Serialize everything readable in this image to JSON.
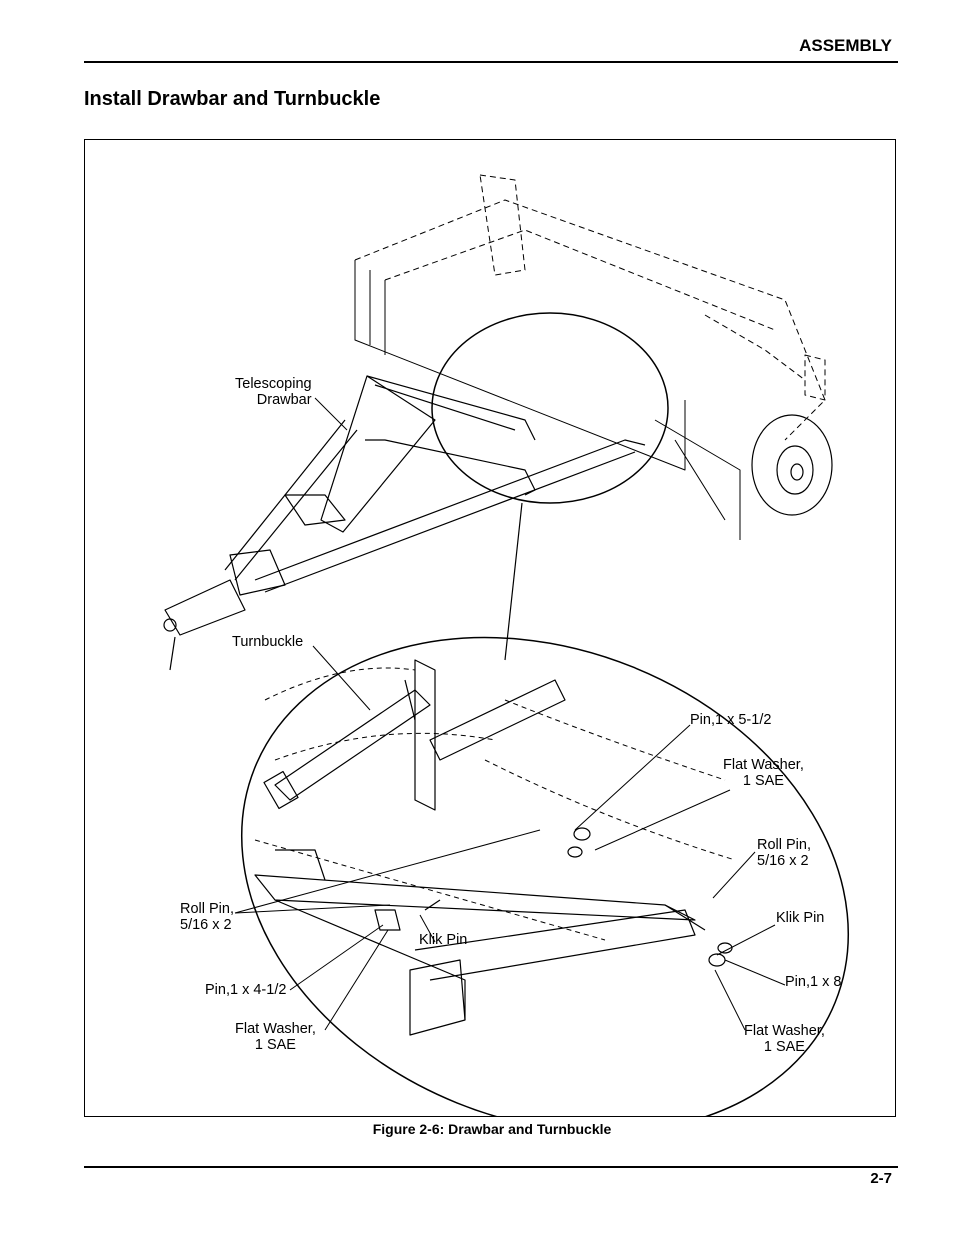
{
  "header": {
    "section": "ASSEMBLY"
  },
  "title": "Install Drawbar and Turnbuckle",
  "figure": {
    "callouts": [
      {
        "id": "telescoping-drawbar",
        "text": "Telescoping\n  Drawbar"
      },
      {
        "id": "turnbuckle",
        "text": "Turnbuckle"
      },
      {
        "id": "pin-1x5-1-2",
        "text": "Pin,1 x 5-1/2"
      },
      {
        "id": "flat-washer-top-right",
        "text": "Flat Washer,\n1 SAE"
      },
      {
        "id": "roll-pin-right",
        "text": "Roll Pin,\n5/16 x 2"
      },
      {
        "id": "klik-pin-right",
        "text": "Klik Pin"
      },
      {
        "id": "pin-1x8",
        "text": "Pin,1 x 8"
      },
      {
        "id": "flat-washer-bottom-right",
        "text": "Flat Washer,\n1 SAE"
      },
      {
        "id": "roll-pin-left",
        "text": "Roll Pin,\n5/16 x 2"
      },
      {
        "id": "klik-pin-left",
        "text": "Klik Pin"
      },
      {
        "id": "pin-1x4-1-2",
        "text": "Pin,1 x 4-1/2"
      },
      {
        "id": "flat-washer-left",
        "text": "Flat Washer,\n1 SAE"
      }
    ],
    "caption": "Figure 2-6:  Drawbar and Turnbuckle"
  },
  "footer": {
    "page_number": "2-7"
  }
}
